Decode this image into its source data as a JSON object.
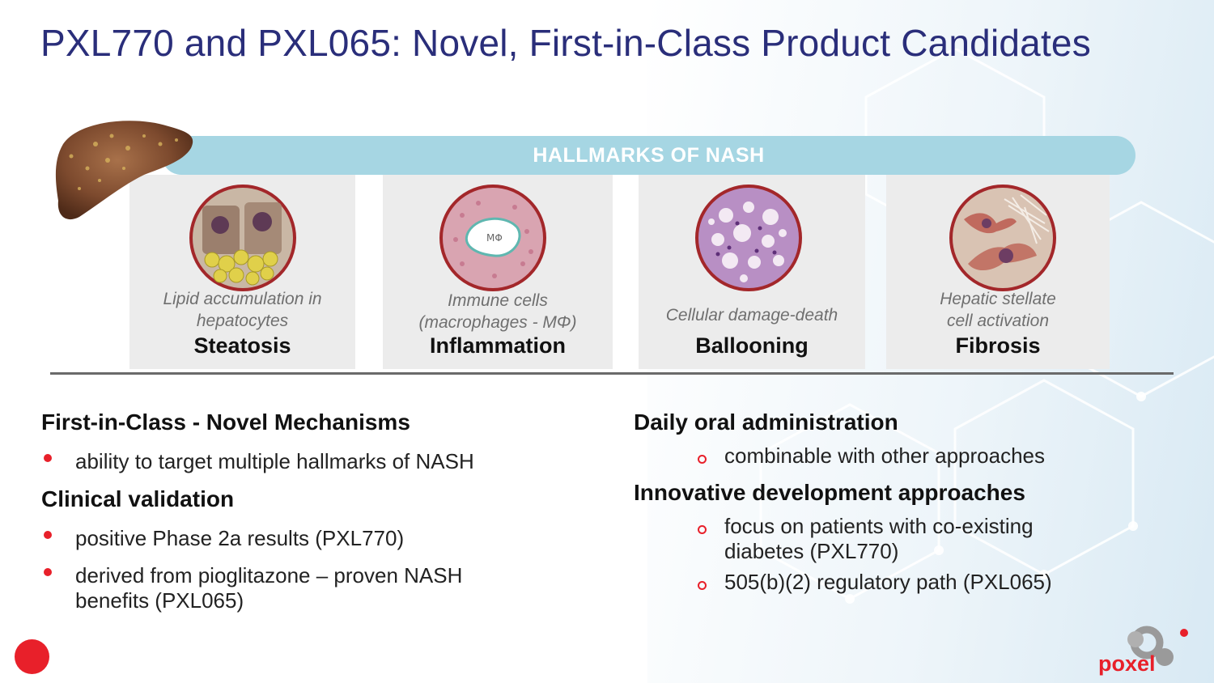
{
  "title": "PXL770 and PXL065: Novel, First-in-Class Product Candidates",
  "banner": "HALLMARKS OF NASH",
  "hallmarks": [
    {
      "desc": [
        "Lipid accumulation in",
        "hepatocytes"
      ],
      "name": "Steatosis"
    },
    {
      "desc": [
        "Immune cells",
        "(macrophages - MΦ)"
      ],
      "name": "Inflammation",
      "label": "MΦ"
    },
    {
      "desc": [
        "Cellular damage-death"
      ],
      "name": "Ballooning"
    },
    {
      "desc": [
        "Hepatic stellate",
        "cell activation"
      ],
      "name": "Fibrosis"
    }
  ],
  "left": {
    "heading1": "First-in-Class - Novel Mechanisms",
    "bullets1": [
      "ability to target multiple hallmarks of NASH"
    ],
    "heading2": "Clinical validation",
    "bullets2": [
      [
        "positive Phase 2a results (PXL770)"
      ],
      [
        "derived from pioglitazone – proven NASH",
        "benefits (PXL065)"
      ]
    ]
  },
  "right": {
    "heading1": "Daily oral administration",
    "bullets1": [
      "combinable with other approaches"
    ],
    "heading2": "Innovative development approaches",
    "bullets2": [
      [
        "focus on patients with co-existing",
        "diabetes (PXL770)"
      ],
      [
        "505(b)(2) regulatory path (PXL065)"
      ]
    ]
  },
  "logo": "poxel",
  "colors": {
    "title": "#2a2e7a",
    "banner": "#a6d6e3",
    "accent": "#e8202a",
    "card": "#ececec"
  }
}
